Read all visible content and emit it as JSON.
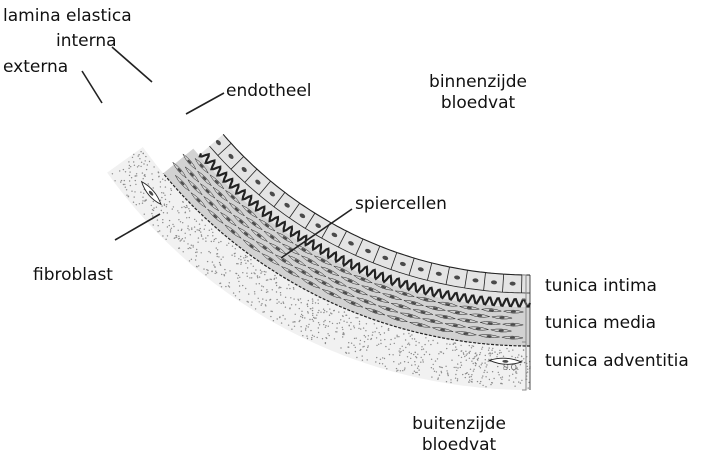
{
  "labels": {
    "lamina_elastica": "lamina elastica",
    "interna": "interna",
    "externa": "externa",
    "endotheel": "endotheel",
    "binnenzijde_1": "binnenzijde",
    "binnenzijde_2": "bloedvat",
    "spiercellen": "spiercellen",
    "fibroblast": "fibroblast",
    "tunica_intima": "tunica intima",
    "tunica_media": "tunica media",
    "tunica_adventitia": "tunica adventitia",
    "buitenzijde_1": "buitenzijde",
    "buitenzijde_2": "bloedvat",
    "signature": "S.O."
  },
  "colors": {
    "ink": "#222222",
    "intima_fill": "#e4e4e4",
    "media_fill": "#d2d2d2",
    "adventitia_fill": "#f1f1f1",
    "nucleus": "#4a4a4a",
    "stipple": "#8a8a8a"
  }
}
